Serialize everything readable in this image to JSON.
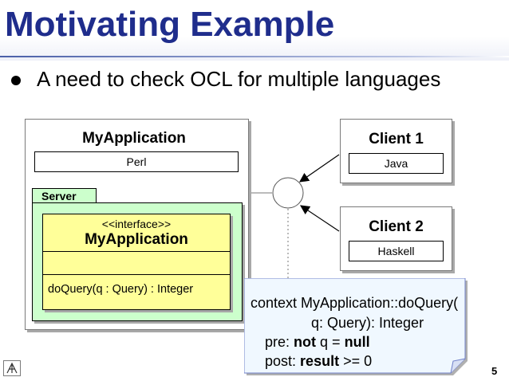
{
  "slide": {
    "title": "Motivating Example",
    "bullet": "A need to check OCL for multiple languages",
    "page_number": "5"
  },
  "application": {
    "title": "MyApplication",
    "language": "Perl",
    "server_label": "Server",
    "interface": {
      "stereotype": "<<interface>>",
      "name": "MyApplication",
      "operation": "doQuery(q : Query) : Integer"
    }
  },
  "clients": [
    {
      "title": "Client 1",
      "language": "Java"
    },
    {
      "title": "Client 2",
      "language": "Haskell"
    }
  ],
  "ocl_note": {
    "line1": "context MyApplication::doQuery(",
    "line2": "q: Query): Integer",
    "pre_label": "pre:",
    "pre_not": "not",
    "pre_mid": "q =",
    "pre_null": "null",
    "post_label": "post:",
    "post_result": "result",
    "post_tail": ">= 0"
  },
  "colors": {
    "title": "#1f2d8c",
    "server_fill": "#ccffcc",
    "interface_fill": "#ffff99",
    "note_fill": "#f0f8ff",
    "note_border": "#6f7fc8"
  }
}
